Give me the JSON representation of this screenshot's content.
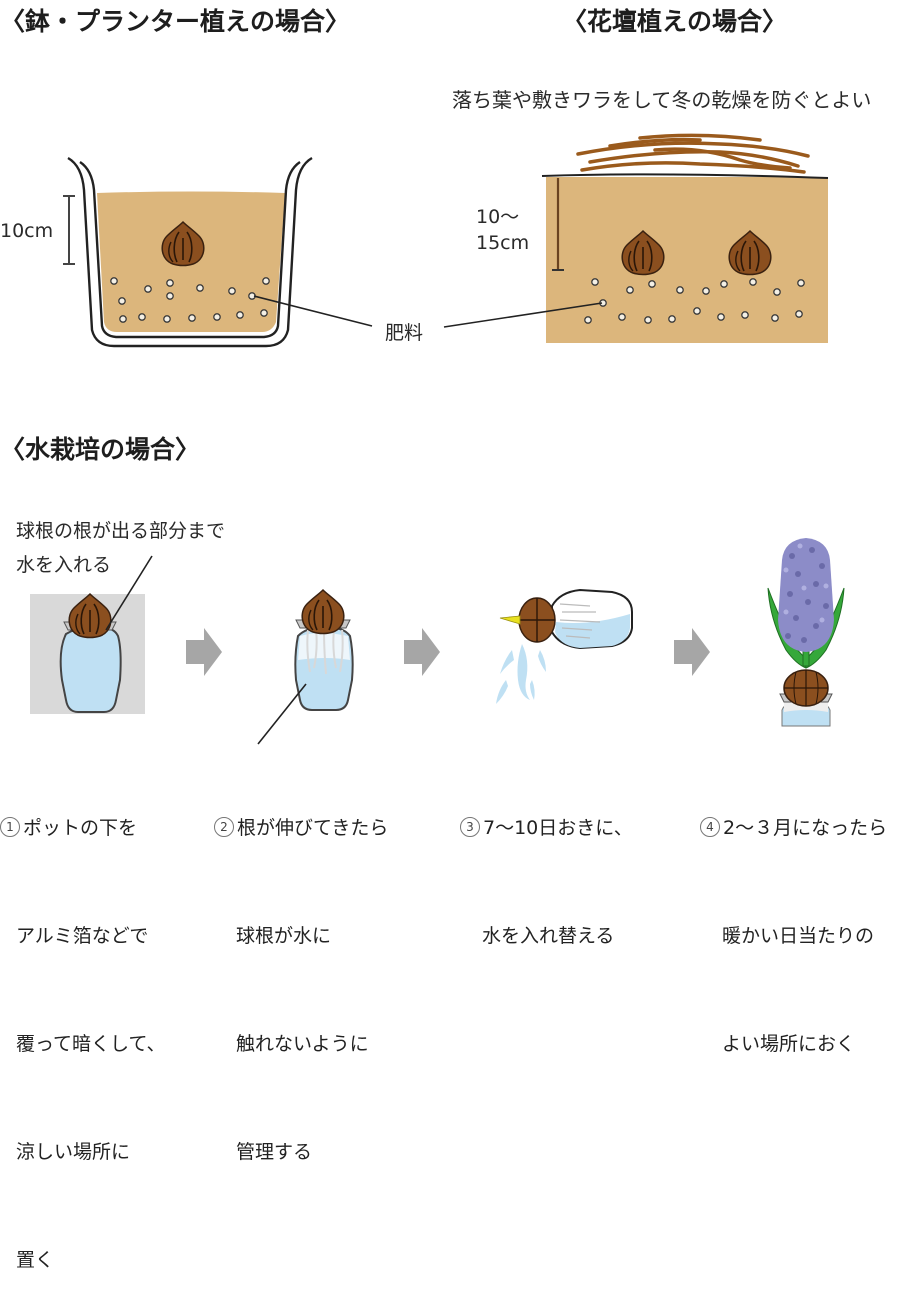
{
  "sections": {
    "pot": {
      "heading": "〈鉢・プランター植えの場合〉",
      "depth_label": "10cm"
    },
    "flowerbed": {
      "heading": "〈花壇植えの場合〉",
      "mulch_note": "落ち葉や敷きワラをして冬の乾燥を防ぐとよい",
      "depth_label_line1": "10〜",
      "depth_label_line2": "15cm"
    },
    "fertilizer_label": "肥料",
    "hydroponics": {
      "heading": "〈水栽培の場合〉",
      "water_note_line1": "球根の根が出る部分まで",
      "water_note_line2": "水を入れる",
      "steps": [
        {
          "number": "1",
          "lines": [
            "ポットの下を",
            "アルミ箔などで",
            "覆って暗くして、",
            "涼しい場所に",
            "置く"
          ]
        },
        {
          "number": "2",
          "lines": [
            "根が伸びてきたら",
            "球根が水に",
            "触れないように",
            "管理する"
          ]
        },
        {
          "number": "3",
          "lines": [
            "7〜10日おきに、",
            "水を入れ替える"
          ]
        },
        {
          "number": "4",
          "lines": [
            "2〜３月になったら",
            "暖かい日当たりの",
            "よい場所におく"
          ]
        }
      ]
    }
  },
  "icons": {
    "step_arrow": "right-arrow",
    "bulb": "bulb",
    "vase": "vase",
    "flower": "hyacinth"
  },
  "colors": {
    "soil": "#dcb67c",
    "bulb": "#8b4f1f",
    "bulb_line": "#3a2110",
    "mulch": "#9a5a1c",
    "water": "#bfe0f3",
    "shade_box": "#d9d9d9",
    "arrow": "#a6a6a6",
    "leaf": "#35a83a",
    "flower": "#8c8cc8",
    "sprout": "#e8e020"
  }
}
